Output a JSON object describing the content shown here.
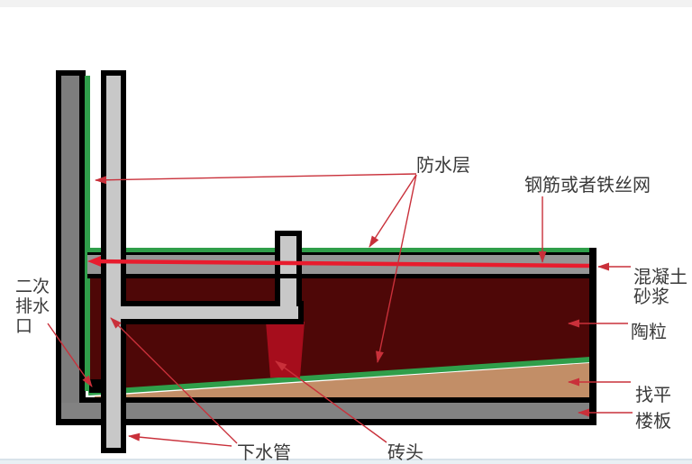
{
  "page": {
    "background": "#ffffff",
    "top_strip_color": "#f2f2f2",
    "bottom_strip_edge_color": "#d9e3ea",
    "bottom_strip_color": "#e9f0f4"
  },
  "diagram": {
    "labels": {
      "waterproof_layer": "防水层",
      "rebar_or_wire_mesh": "钢筋或者铁丝网",
      "concrete_mortar_line1": "混凝土",
      "concrete_mortar_line2": "砂浆",
      "ceramsite": "陶粒",
      "leveling": "找平",
      "floor_slab": "楼板",
      "secondary_drain_line1": "二次",
      "secondary_drain_line2": "排水",
      "secondary_drain_line3": "口",
      "drain_pipe": "下水管",
      "brick": "砖头"
    },
    "colors": {
      "waterproof_green": "#2f9e4a",
      "mesh_red": "#e81c2e",
      "leader_red": "#c9303a",
      "ceramsite_maroon": "#4e0707",
      "brick_red": "#a60d1c",
      "leveling_tan": "#c28e67",
      "wall_gray": "#7d7d7d",
      "pipe_gray": "#c8c8c8",
      "slab_gray": "#828282",
      "mortar_gray": "#969696",
      "outline_black": "#000000",
      "text_color": "#3a3a3a"
    }
  }
}
